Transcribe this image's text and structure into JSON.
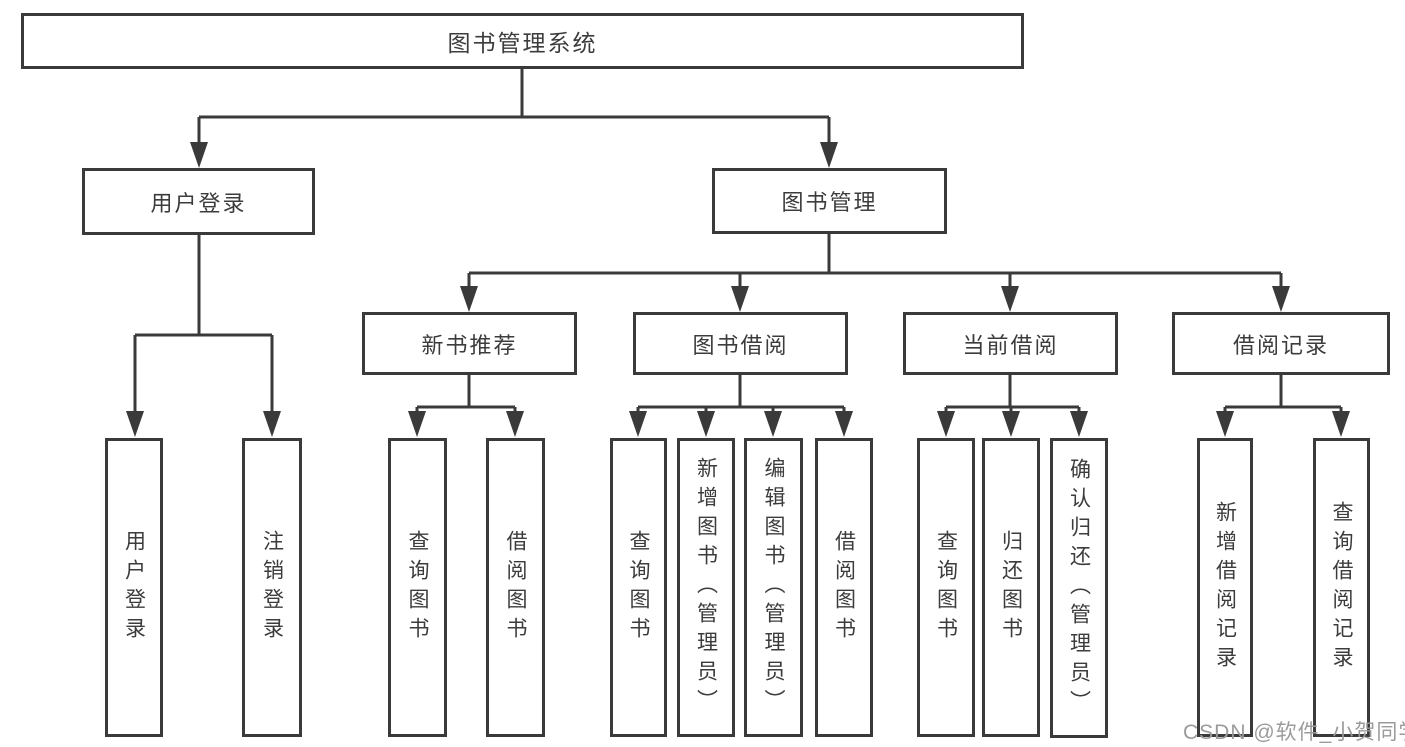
{
  "diagram": {
    "type": "hierarchy",
    "watermark": "CSDN @软件_小贺同学",
    "colors": {
      "line": "#3a3a3a",
      "box_border": "#3a3a3a",
      "box_background": "#ffffff",
      "text": "#3c3c3c",
      "watermark": "#9b9b9b"
    },
    "tree": {
      "label": "图书管理系统",
      "children": [
        {
          "label": "用户登录",
          "children": [
            {
              "label": "用户登录"
            },
            {
              "label": "注销登录"
            }
          ]
        },
        {
          "label": "图书管理",
          "children": [
            {
              "label": "新书推荐",
              "children": [
                {
                  "label": "查询图书"
                },
                {
                  "label": "借阅图书"
                }
              ]
            },
            {
              "label": "图书借阅",
              "children": [
                {
                  "label": "查询图书"
                },
                {
                  "label": "新增图书（管理员）"
                },
                {
                  "label": "编辑图书（管理员）"
                },
                {
                  "label": "借阅图书"
                }
              ]
            },
            {
              "label": "当前借阅",
              "children": [
                {
                  "label": "查询图书"
                },
                {
                  "label": "归还图书"
                },
                {
                  "label": "确认归还（管理员）"
                }
              ]
            },
            {
              "label": "借阅记录",
              "children": [
                {
                  "label": "新增借阅记录"
                },
                {
                  "label": "查询借阅记录"
                }
              ]
            }
          ]
        }
      ]
    }
  }
}
